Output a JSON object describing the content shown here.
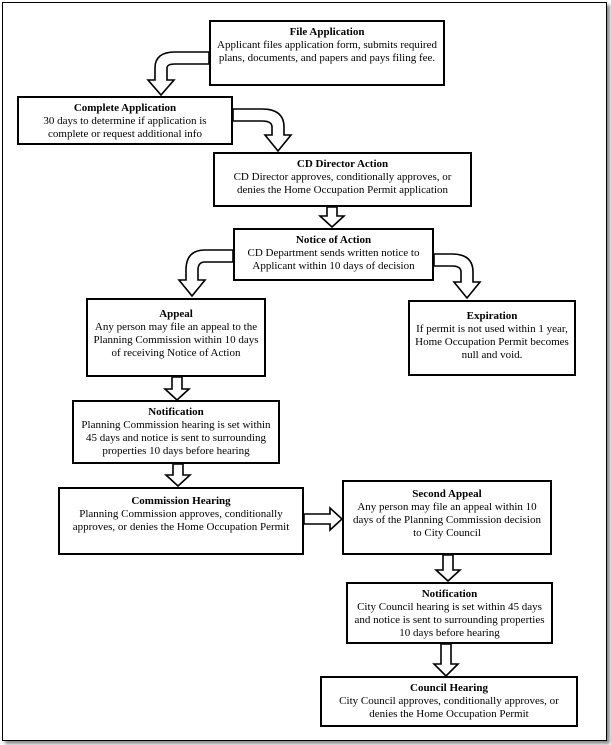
{
  "boxes": {
    "file_application": {
      "title": "File Application",
      "body": "Applicant files application form, submits required plans, documents, and papers and pays filing fee."
    },
    "complete_application": {
      "title": "Complete Application",
      "body": "30 days to determine if application is complete or request additional info"
    },
    "cd_director_action": {
      "title": "CD Director Action",
      "body": "CD Director approves, conditionally approves, or denies the Home Occupation Permit application"
    },
    "notice_of_action": {
      "title": "Notice of Action",
      "body": "CD Department sends written notice to Applicant within 10 days of decision"
    },
    "appeal": {
      "title": "Appeal",
      "body": "Any person may file an appeal to the Planning Commission within 10 days of receiving Notice of Action"
    },
    "expiration": {
      "title": "Expiration",
      "body": "If permit is not used within 1 year, Home Occupation Permit becomes null and void."
    },
    "notification_1": {
      "title": "Notification",
      "body": "Planning Commission hearing is set within 45 days and notice is sent to surrounding properties 10 days before hearing"
    },
    "commission_hearing": {
      "title": "Commission Hearing",
      "body": "Planning Commission approves, conditionally approves, or denies the Home Occupation Permit"
    },
    "second_appeal": {
      "title": "Second Appeal",
      "body": "Any person may file an appeal within 10 days of the Planning Commission decision to City Council"
    },
    "notification_2": {
      "title": "Notification",
      "body": "City Council hearing is set within 45 days and notice is sent to surrounding properties 10 days before hearing"
    },
    "council_hearing": {
      "title": "Council Hearing",
      "body": "City Council approves, conditionally approves, or denies the Home Occupation Permit"
    }
  }
}
